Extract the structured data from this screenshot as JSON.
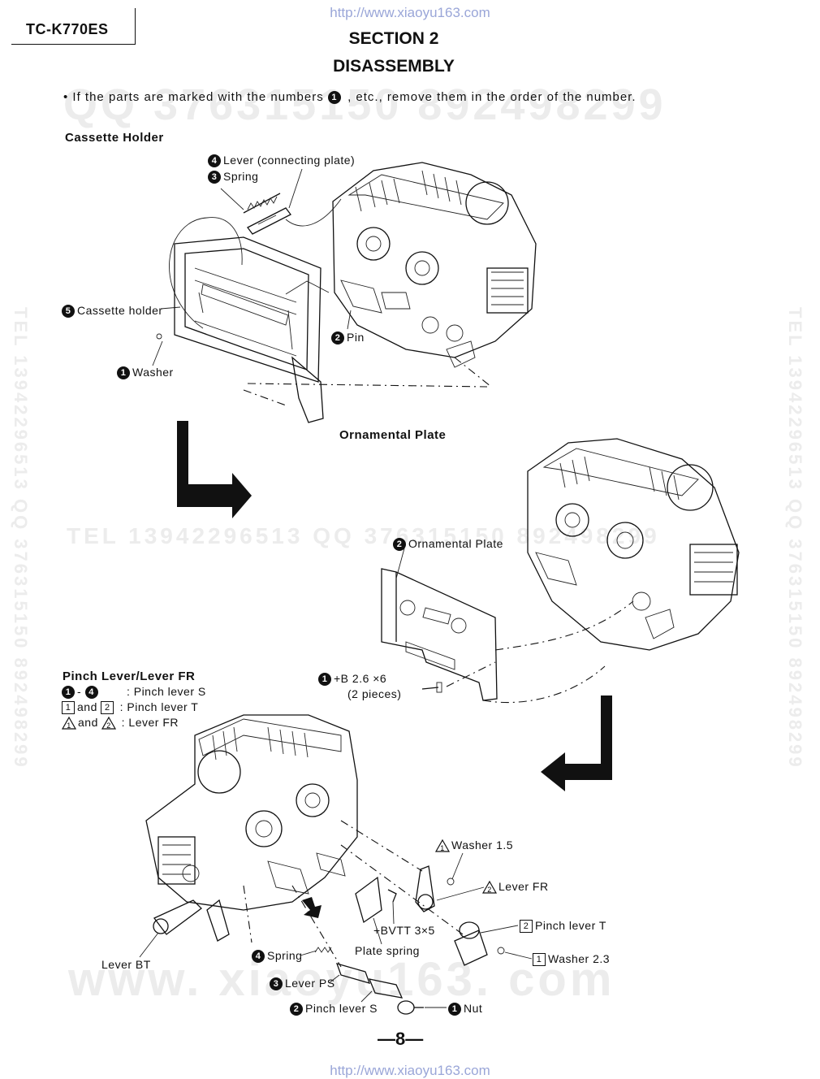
{
  "header": {
    "model": "TC-K770ES",
    "url_top": "http://www.xiaoyu163.com",
    "url_bottom": "http://www.xiaoyu163.com",
    "section": "SECTION 2",
    "title": "DISASSEMBLY"
  },
  "intro": {
    "before": "If the parts are marked with the numbers",
    "marker": "1",
    "after": ", etc., remove them in the order of the number."
  },
  "watermarks": {
    "line1": "QQ 376315150   892498299",
    "line2": "TEL 13942296513   QQ 376315150  892498299",
    "line3": "www. xiaoyu163. com",
    "vertical": "TEL 13942296513 QQ 376315150 892498299"
  },
  "cassette_holder": {
    "heading": "Cassette Holder",
    "labels": [
      {
        "n": "4",
        "text": "Lever (connecting plate)"
      },
      {
        "n": "3",
        "text": "Spring"
      },
      {
        "n": "5",
        "text": "Cassette holder"
      },
      {
        "n": "2",
        "text": "Pin"
      },
      {
        "n": "1",
        "text": "Washer"
      }
    ]
  },
  "ornamental_plate": {
    "heading": "Ornamental Plate",
    "plate_label": {
      "n": "2",
      "text": "Ornamental Plate"
    },
    "screw_label": {
      "n": "1",
      "text": "+B 2.6 ×6",
      "sub": "(2 pieces)"
    }
  },
  "pinch_lever": {
    "heading": "Pinch Lever/Lever FR",
    "legend": [
      {
        "marker": "1- 4",
        "text": ":  Pinch lever S"
      },
      {
        "marker": "1 and 2",
        "text": ":  Pinch lever T"
      },
      {
        "marker": "1 and 2",
        "text": ":  Lever FR"
      }
    ],
    "labels": {
      "washer15": {
        "n": "1",
        "text": "Washer 1.5"
      },
      "lever_fr": {
        "n": "2",
        "text": "Lever FR"
      },
      "bvtt": "+BVTT 3×5",
      "pinch_t": {
        "n": "2",
        "text": "Pinch lever T"
      },
      "plate_spring": "Plate spring",
      "washer23": {
        "n": "1",
        "text": "Washer 2.3"
      },
      "lever_bt": "Lever BT",
      "spring": {
        "n": "4",
        "text": "Spring"
      },
      "lever_ps": {
        "n": "3",
        "text": "Lever PS"
      },
      "nut": {
        "n": "1",
        "text": "Nut"
      },
      "pinch_s": {
        "n": "2",
        "text": "Pinch lever S"
      }
    }
  },
  "page": {
    "number": "—8—"
  }
}
